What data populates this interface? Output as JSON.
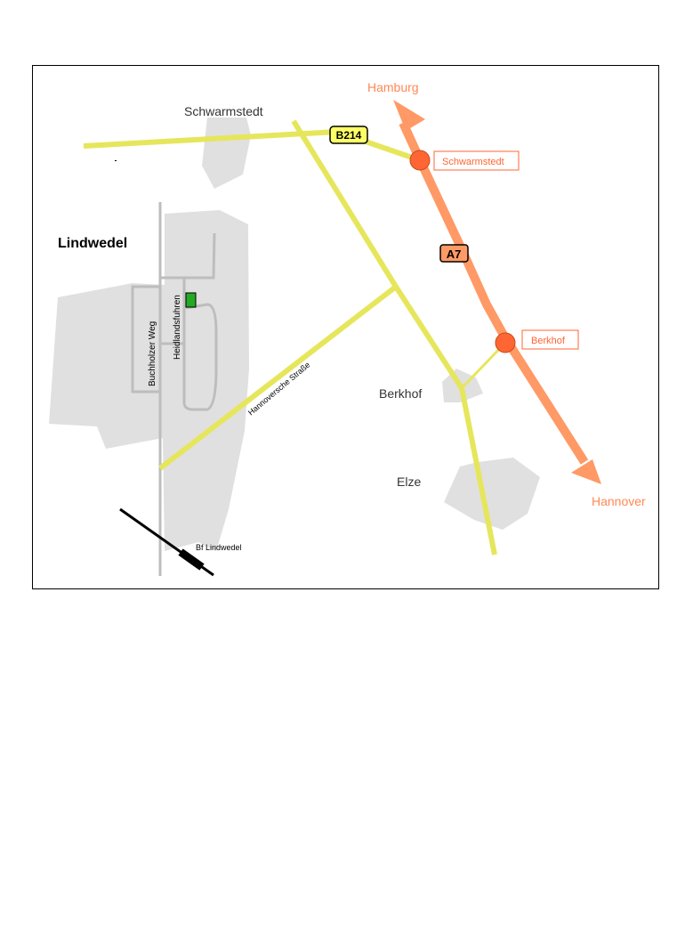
{
  "map": {
    "places": {
      "schwarmstedt": "Schwarmstedt",
      "lindwedel": "Lindwedel",
      "berkhof": "Berkhof",
      "elze": "Elze"
    },
    "streets": {
      "buchholzer_weg": "Buchholzer Weg",
      "heidlandsfuhren": "Heidlandsfuhren",
      "hannoversche_strasse": "Hannoversche Straße"
    },
    "station": "Bf Lindwedel",
    "road_shields": {
      "b214": "B214",
      "a7": "A7"
    },
    "motorway": {
      "north_destination": "Hamburg",
      "south_destination": "Hannover",
      "exits": [
        "Schwarmstedt",
        "Berkhof"
      ]
    },
    "colors": {
      "motorway": "#ff9966",
      "exit_marker": "#ff6633",
      "main_road": "#e6e65c",
      "settlement": "#e0e0e0",
      "local_street": "#bdbdbd",
      "destination_marker": "#22aa22",
      "shield_b214": "#ffff66"
    }
  }
}
